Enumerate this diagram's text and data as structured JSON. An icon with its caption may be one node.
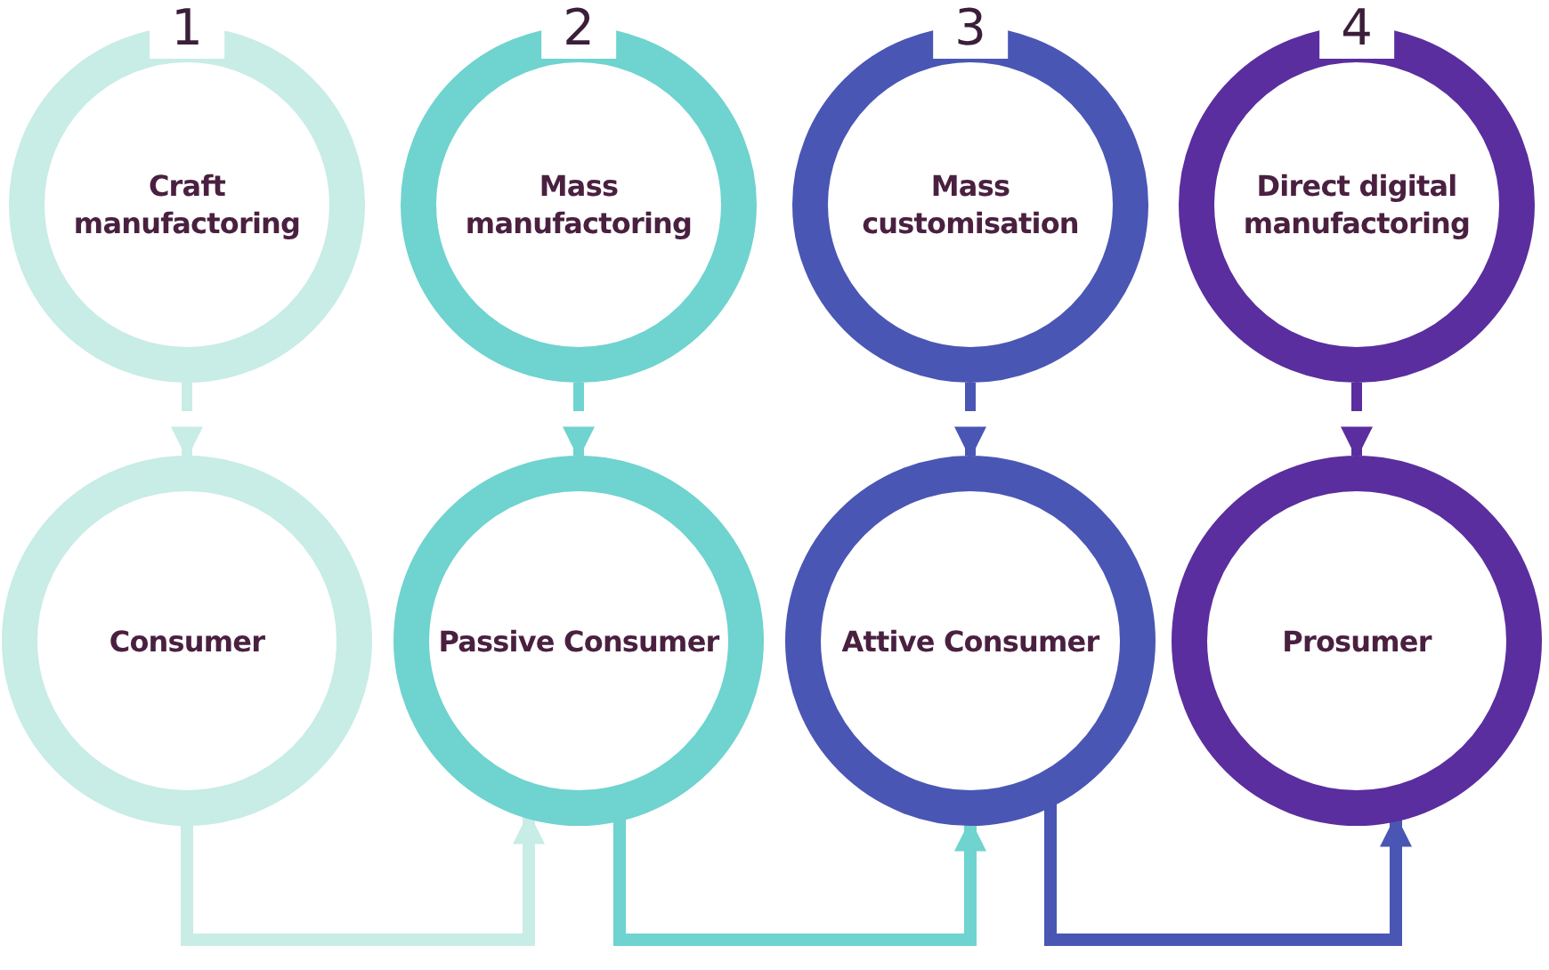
{
  "diagram": {
    "nodes": [
      {
        "text": [
          "1",
          "Craft manufactoring"
        ]
      },
      {
        "text": [
          "2",
          "Mass manufactoring"
        ]
      },
      {
        "text": [
          "3",
          "Mass customisation"
        ]
      },
      {
        "text": [
          "4",
          "Direct digital manufactoring"
        ]
      },
      {
        "text": [
          "Consumer"
        ]
      },
      {
        "text": [
          "Passive Consumer"
        ]
      },
      {
        "text": [
          "Attive Consumer"
        ]
      },
      {
        "text": [
          "Prosumer"
        ]
      }
    ],
    "edges": [
      {
        "from": 0,
        "to": 4,
        "arrow": "to",
        "style": "dashed",
        "color": "#c8ece6"
      },
      {
        "from": 1,
        "to": 5,
        "arrow": "to",
        "style": "dashed",
        "color": "#6fd3cf"
      },
      {
        "from": 2,
        "to": 6,
        "arrow": "to",
        "style": "dashed",
        "color": "#4a56b4"
      },
      {
        "from": 3,
        "to": 7,
        "arrow": "to",
        "style": "dashed",
        "color": "#5a2e9e"
      },
      {
        "from": 4,
        "to": 5,
        "arrow": "to",
        "color": "#c8ece6"
      },
      {
        "from": 5,
        "to": 6,
        "arrow": "to",
        "color": "#6fd3cf"
      },
      {
        "from": 6,
        "to": 7,
        "arrow": "to",
        "color": "#4a56b4"
      }
    ]
  }
}
